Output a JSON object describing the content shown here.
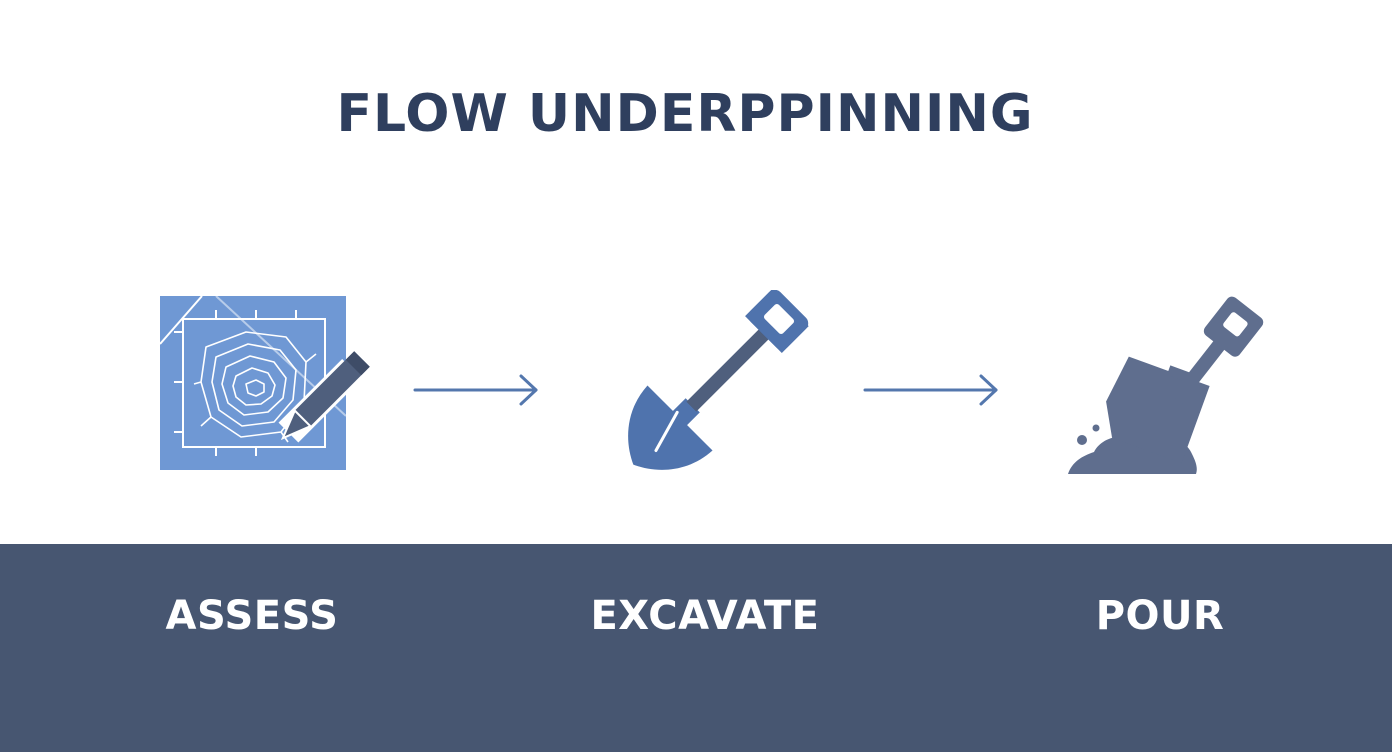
{
  "diagram": {
    "title": "FLOW UNDERPPINNING",
    "steps": [
      {
        "label": "ASSESS",
        "icon": "blueprint-pencil-icon"
      },
      {
        "label": "EXCAVATE",
        "icon": "shovel-icon"
      },
      {
        "label": "POUR",
        "icon": "shovel-pouring-concrete-icon"
      }
    ],
    "colors": {
      "title": "#2f3f5e",
      "band": "#475671",
      "label": "#ffffff",
      "blueprint": "#6f98d4",
      "shovel": "#4f73ad",
      "pour": "#5f6e8e",
      "arrow": "#5477ad"
    }
  }
}
